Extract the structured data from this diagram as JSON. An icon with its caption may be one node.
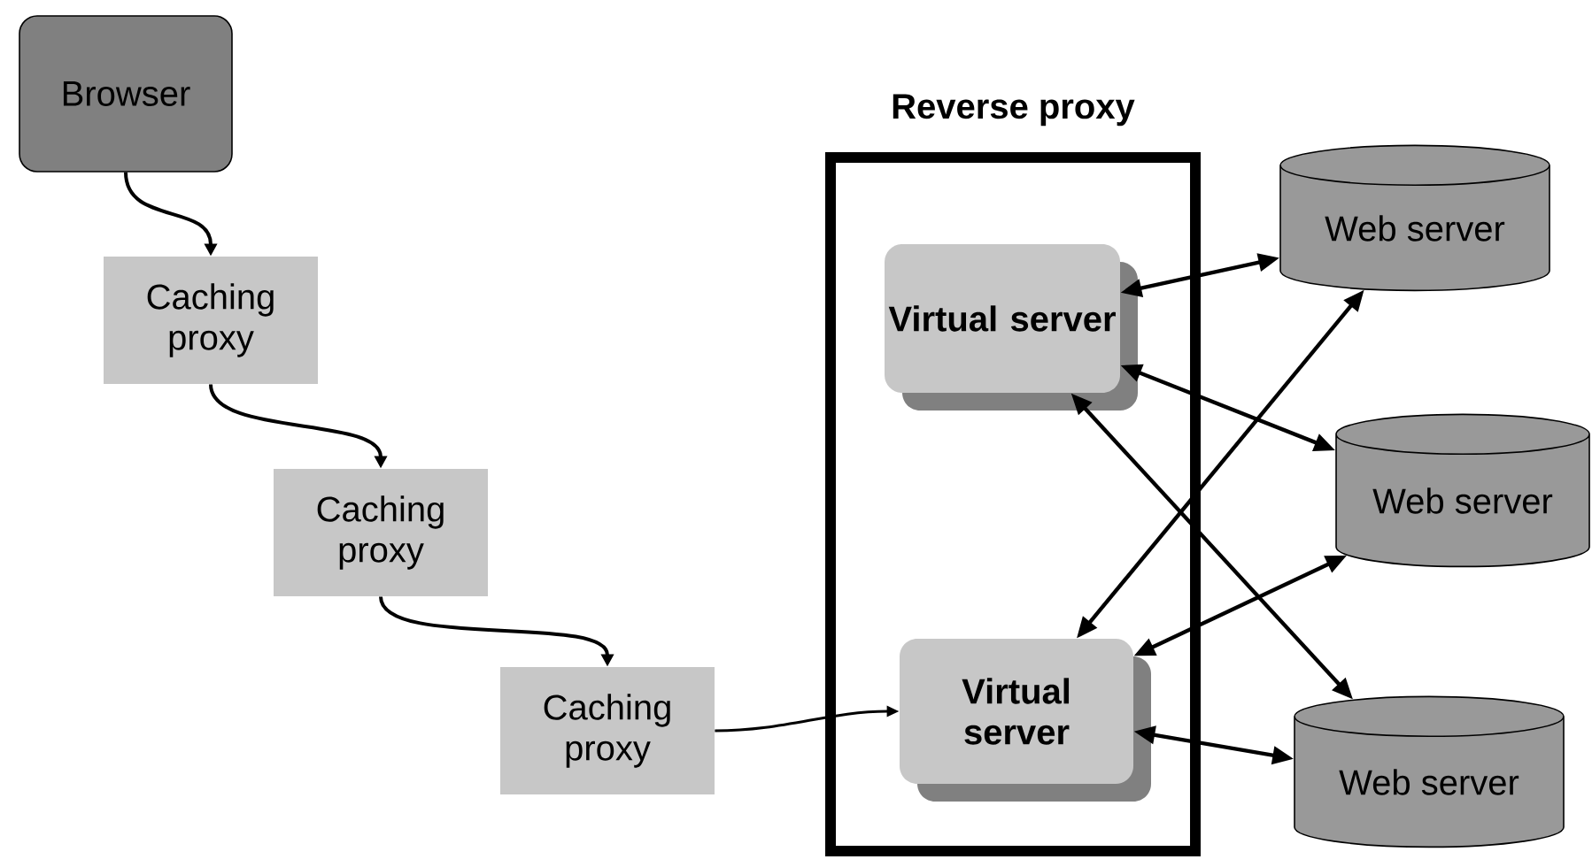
{
  "diagram": {
    "nodes": [
      {
        "text": [
          "Browser"
        ]
      },
      {
        "text": [
          "Caching proxy"
        ]
      },
      {
        "text": [
          "Caching proxy"
        ]
      },
      {
        "text": [
          "Caching proxy"
        ]
      },
      {
        "text": [
          "Reverse proxy"
        ]
      },
      {
        "text": [
          "Virtual server"
        ],
        "in": 4
      },
      {
        "text": [
          "Virtual server"
        ],
        "in": 4
      },
      {
        "text": [
          "Web server"
        ]
      },
      {
        "text": [
          "Web server"
        ]
      },
      {
        "text": [
          "Web server"
        ]
      }
    ],
    "edges": [
      {
        "from": 0,
        "to": 1,
        "arrow": "to"
      },
      {
        "from": 1,
        "to": 2,
        "arrow": "to"
      },
      {
        "from": 2,
        "to": 3,
        "arrow": "to"
      },
      {
        "from": 3,
        "to": 6,
        "arrow": "to"
      },
      {
        "from": 5,
        "to": 7,
        "arrow": "both"
      },
      {
        "from": 5,
        "to": 8,
        "arrow": "both"
      },
      {
        "from": 5,
        "to": 9,
        "arrow": "both"
      },
      {
        "from": 6,
        "to": 7,
        "arrow": "both"
      },
      {
        "from": 6,
        "to": 8,
        "arrow": "both"
      },
      {
        "from": 6,
        "to": 9,
        "arrow": "both"
      }
    ]
  }
}
